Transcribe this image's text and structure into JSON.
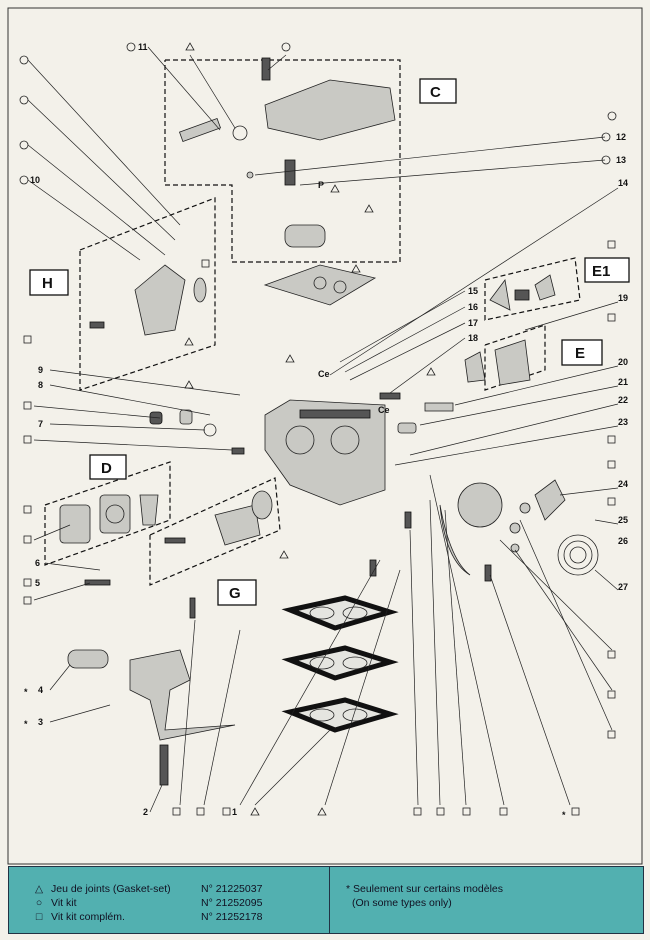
{
  "callouts": {
    "n1": "1",
    "n2": "2",
    "n3": "3",
    "n4": "4",
    "n5": "5",
    "n6": "6",
    "n7": "7",
    "n8": "8",
    "n9": "9",
    "n10": "10",
    "n11": "11",
    "n12": "12",
    "n13": "13",
    "n14": "14",
    "n15": "15",
    "n16": "16",
    "n17": "17",
    "n18": "18",
    "n19": "19",
    "n20": "20",
    "n21": "21",
    "n22": "22",
    "n23": "23",
    "n24": "24",
    "n25": "25",
    "n26": "26",
    "n27": "27",
    "asterisk": "*"
  },
  "groups": {
    "C": "C",
    "H": "H",
    "E1": "E1",
    "E": "E",
    "D": "D",
    "G": "G"
  },
  "part_marks": {
    "p": "P",
    "ce": "Ce"
  },
  "legend": {
    "items": [
      {
        "symbol": "△",
        "label": "Jeu de joints (Gasket-set)",
        "number": "N° 21225037"
      },
      {
        "symbol": "○",
        "label": "Vit kit",
        "number": "N° 21252095"
      },
      {
        "symbol": "□",
        "label": "Vit kit complém.",
        "number": "N° 21252178"
      }
    ],
    "note_line1": "* Seulement sur certains modèles",
    "note_line2": "(On some types only)"
  },
  "colors": {
    "legend_bg": "#52b0b0",
    "paper": "#f3f1ea"
  }
}
